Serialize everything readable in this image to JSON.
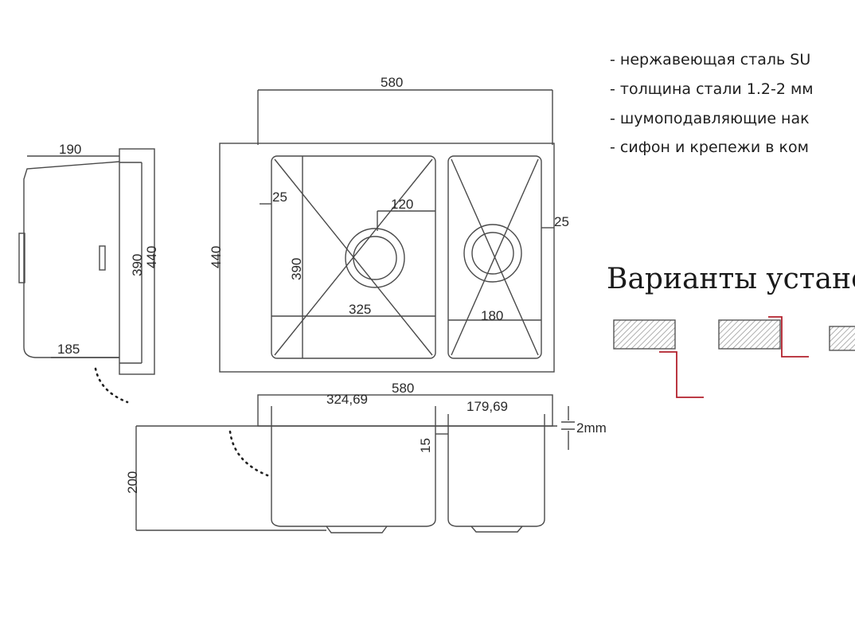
{
  "features": [
    "- нержавеющая сталь SU",
    "- толщина стали 1.2-2 мм",
    "- шумоподавляющие нак",
    "- сифон и крепежи в ком"
  ],
  "install_title": "Варианты устано",
  "dimensions": {
    "top_width": "580",
    "top_height": "440",
    "left_bowl_inner_height": "390",
    "left_bowl_rim": "25",
    "drain_offset": "120",
    "left_bowl_width": "325",
    "right_bowl_width": "180",
    "right_rim": "25",
    "side_depth": "190",
    "side_height_outer": "440",
    "side_height_inner": "390",
    "side_bottom": "185",
    "front_width": "580",
    "front_left_bowl": "324,69",
    "front_right_bowl": "179,69",
    "thickness": "2mm",
    "front_step": "15",
    "front_depth": "200"
  },
  "colors": {
    "line": "#4a4a4a",
    "accent": "#b3202c",
    "hatch": "#bdbdbd"
  }
}
